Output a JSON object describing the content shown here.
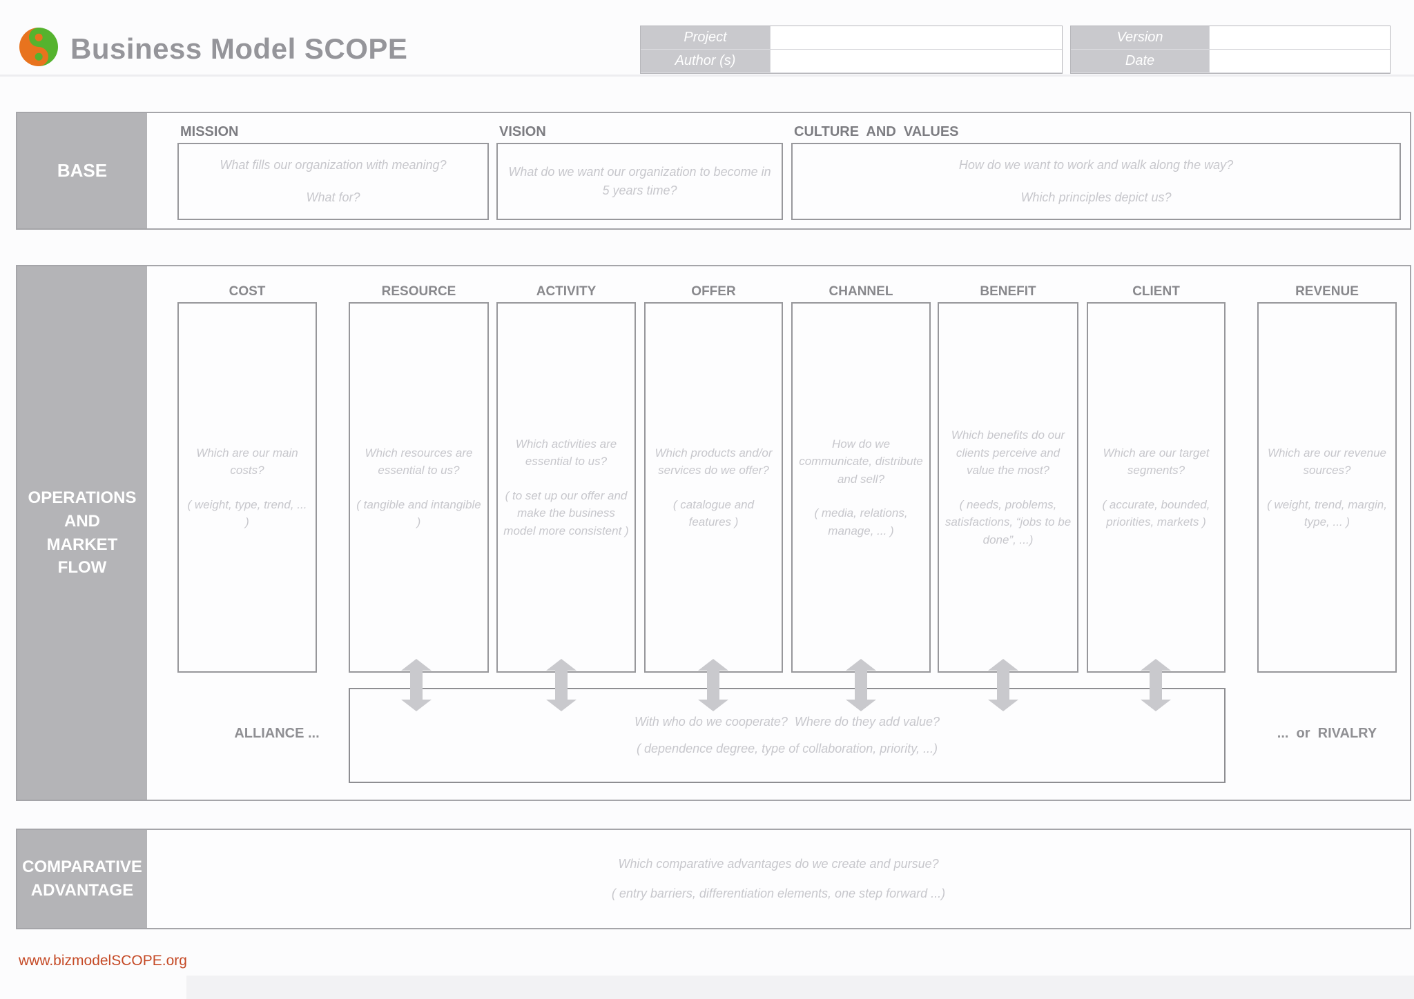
{
  "header": {
    "title": "Business Model SCOPE",
    "form": {
      "project_label": "Project",
      "author_label": "Author (s)",
      "version_label": "Version",
      "date_label": "Date",
      "project_value": "",
      "author_value": "",
      "version_value": "",
      "date_value": ""
    }
  },
  "base": {
    "label": "BASE",
    "mission": {
      "title": "MISSION",
      "line1": "What fills our organization with meaning?",
      "line2": "What for?"
    },
    "vision": {
      "title": "VISION",
      "line1": "What do we want our organization to become in 5 years time?"
    },
    "culture": {
      "title": "CULTURE  AND  VALUES",
      "line1": "How do we want to work and walk along the way?",
      "line2": "Which principles depict us?"
    }
  },
  "operations": {
    "label": "OPERATIONS\nAND\nMARKET\nFLOW",
    "columns": [
      {
        "title": "COST",
        "question": "Which are our main costs?",
        "hint": "( weight, type, trend, ... )"
      },
      {
        "title": "RESOURCE",
        "question": "Which resources are essential to us?",
        "hint": "( tangible and intangible )"
      },
      {
        "title": "ACTIVITY",
        "question": "Which activities are essential to us?",
        "hint": "( to set up our offer and make the business model more consistent )"
      },
      {
        "title": "OFFER",
        "question": "Which products and/or services do we offer?",
        "hint": "( catalogue and features )"
      },
      {
        "title": "CHANNEL",
        "question": "How do we communicate, distribute and sell?",
        "hint": "( media, relations, manage, ... )"
      },
      {
        "title": "BENEFIT",
        "question": "Which benefits do our clients perceive and value the most?",
        "hint": "( needs, problems, satisfactions, “jobs to be done”, ...)"
      },
      {
        "title": "CLIENT",
        "question": "Which are our target segments?",
        "hint": "( accurate, bounded, priorities, markets )"
      },
      {
        "title": "REVENUE",
        "question": "Which are our revenue sources?",
        "hint": "( weight, trend, margin, type, ... )"
      }
    ],
    "alliance_label": "ALLIANCE ...",
    "rivalry_label": "...  or  RIVALRY",
    "alliance_question": "With who do we cooperate?  Where do they add value?",
    "alliance_hint": "( dependence degree, type of collaboration, priority, ...)"
  },
  "comparative": {
    "label": "COMPARATIVE\nADVANTAGE",
    "question": "Which comparative advantages do we create and pursue?",
    "hint": "( entry barriers, differentiation elements, one step forward ...)"
  },
  "footer": {
    "link": "www.bizmodelSCOPE.org"
  },
  "colors": {
    "logo_orange": "#e8731e",
    "logo_green": "#55b32e",
    "sidebar_gray": "#b4b4b7",
    "form_label_gray": "#c9c9cd",
    "placeholder_gray": "#c7c7cc",
    "link_orange": "#c54a26"
  }
}
